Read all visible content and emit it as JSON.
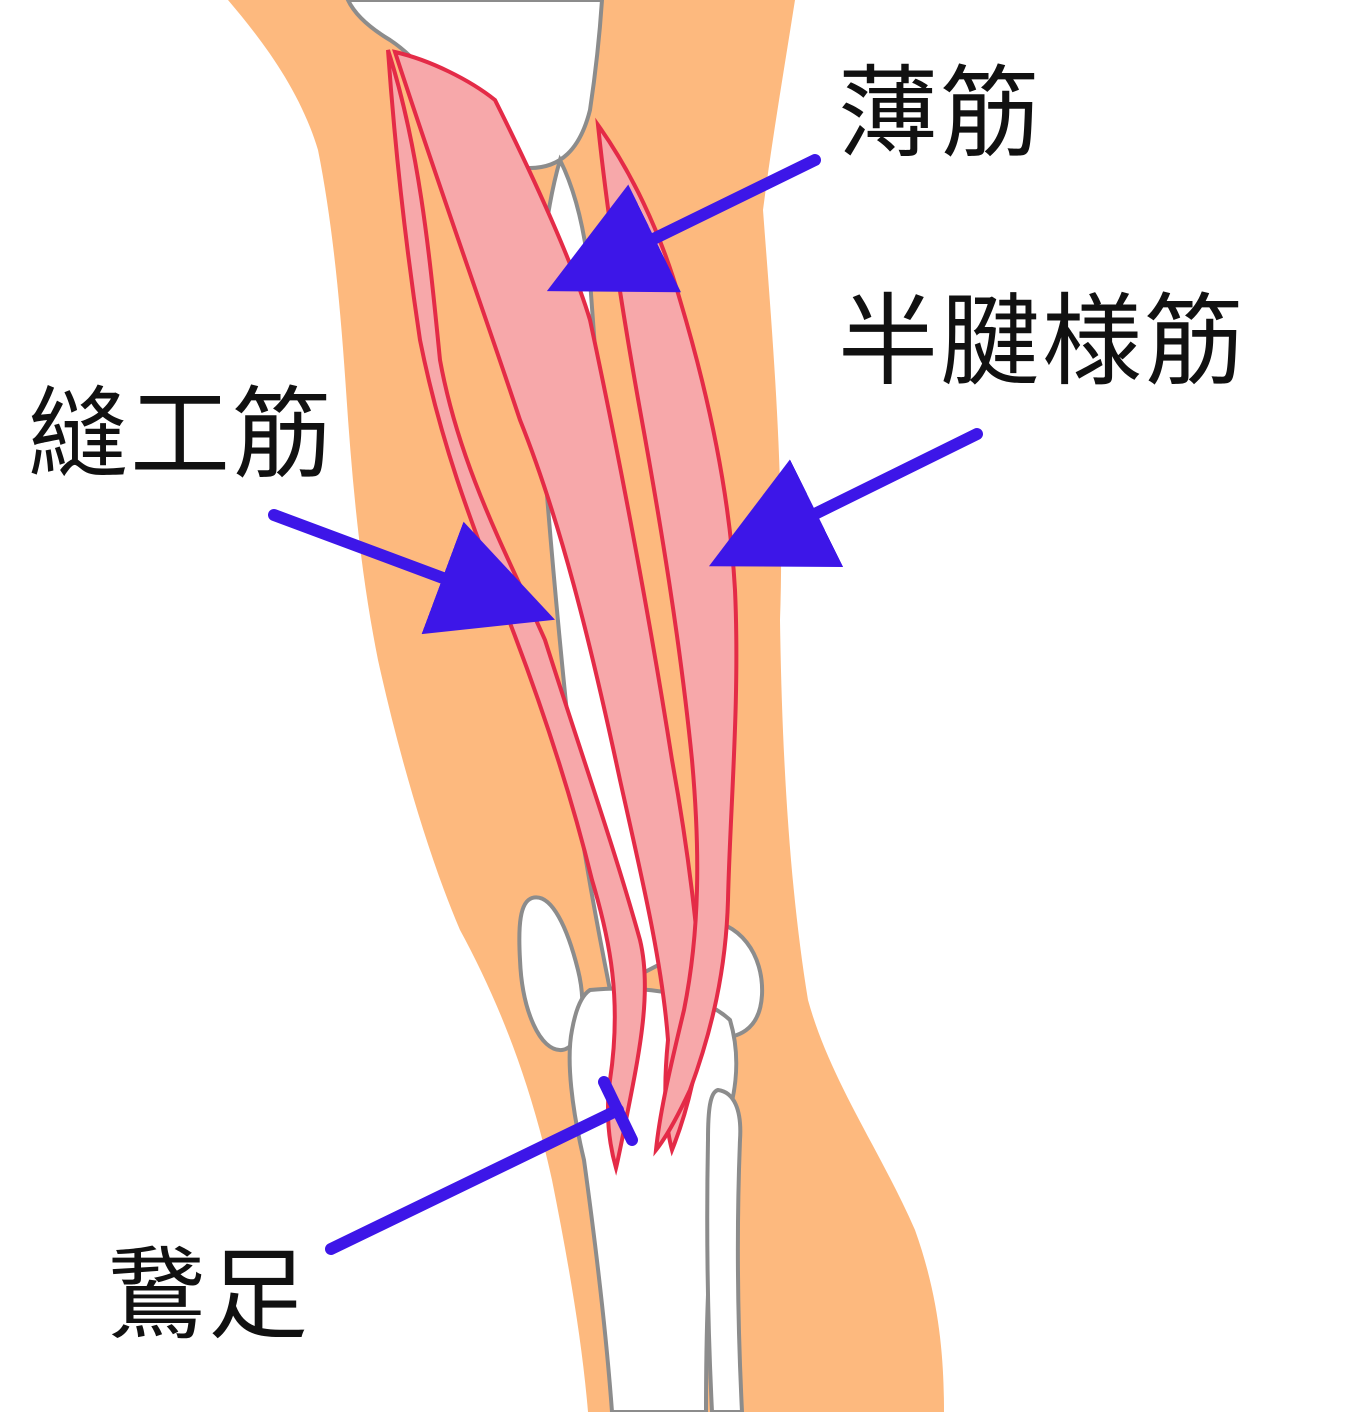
{
  "title": "",
  "colors": {
    "skin": "#fdb97e",
    "bone_fill": "#ffffff",
    "bone_stroke": "#8c8c8c",
    "muscle_fill": "#f7a8aa",
    "muscle_stroke": "#e42b47",
    "arrow": "#3d16e8",
    "text": "#111111"
  },
  "labels": {
    "gracilis": "薄筋",
    "semitendinosus": "半腱様筋",
    "sartorius": "縫工筋",
    "pes_anserinus": "鵞足"
  }
}
